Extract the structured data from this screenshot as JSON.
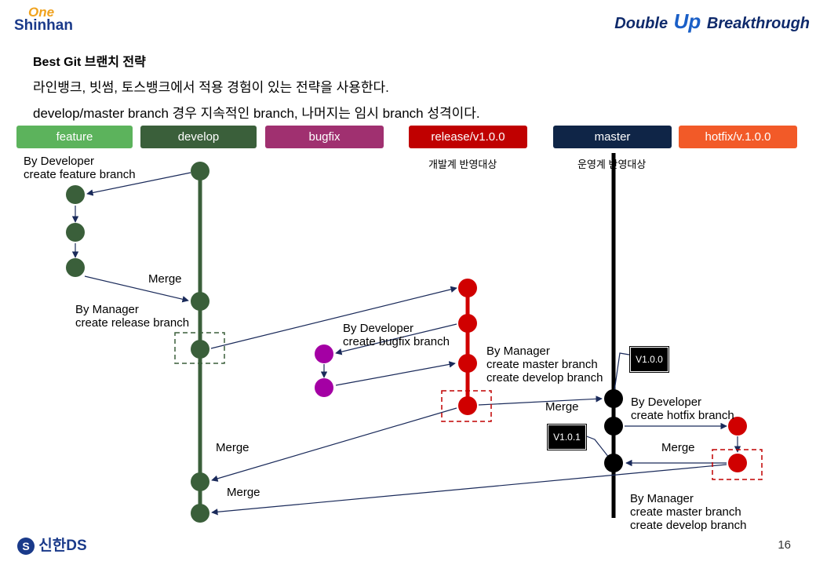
{
  "header": {
    "logo_top": "One",
    "logo_bottom": "Shinhan",
    "brand_left": "Double",
    "brand_up": "Up",
    "brand_right": "Breakthrough"
  },
  "title": "Best Git 브랜치 전략",
  "lines": [
    "라인뱅크, 빗썸, 토스뱅크에서 적용 경험이 있는 전략을 사용한다.",
    "develop/master branch 경우 지속적인 branch, 나머지는 임시 branch 성격이다."
  ],
  "lanes": [
    {
      "label": "feature",
      "color": "#5cb35c"
    },
    {
      "label": "develop",
      "color": "#3a5f3a"
    },
    {
      "label": "bugfix",
      "color": "#a03070"
    },
    {
      "label": "release/v1.0.0",
      "color": "#c00000"
    },
    {
      "label": "master",
      "color": "#0f2547"
    },
    {
      "label": "hotfix/v.1.0.0",
      "color": "#f25a28"
    }
  ],
  "lane_notes": {
    "release": "개발계 반영대상",
    "master": "운영계 반영대상"
  },
  "annotations": {
    "dev_feature_1": "By Developer",
    "dev_feature_2": "create feature branch",
    "merge_1": "Merge",
    "mgr_release_1": "By Manager",
    "mgr_release_2": "create release branch",
    "dev_bugfix_1": "By Developer",
    "dev_bugfix_2": "create bugfix branch",
    "mgr_master_1": "By Manager",
    "mgr_master_2": "create master branch",
    "mgr_master_3": "create develop branch",
    "merge_2": "Merge",
    "dev_hotfix_1": "By Developer",
    "dev_hotfix_2": "create hotfix branch",
    "merge_3": "Merge",
    "merge_4": "Merge",
    "merge_5": "Merge",
    "mgr_final_1": "By Manager",
    "mgr_final_2": "create master branch",
    "mgr_final_3": "create develop branch"
  },
  "tags": {
    "v100": "V1.0.0",
    "v101": "V1.0.1"
  },
  "colors": {
    "develop": "#3a5f3a",
    "bugfix": "#a400a4",
    "release": "#d00000",
    "master": "#000000",
    "arrow": "#1a2a5a"
  },
  "footer": {
    "logo": "신한DS",
    "page": "16"
  }
}
